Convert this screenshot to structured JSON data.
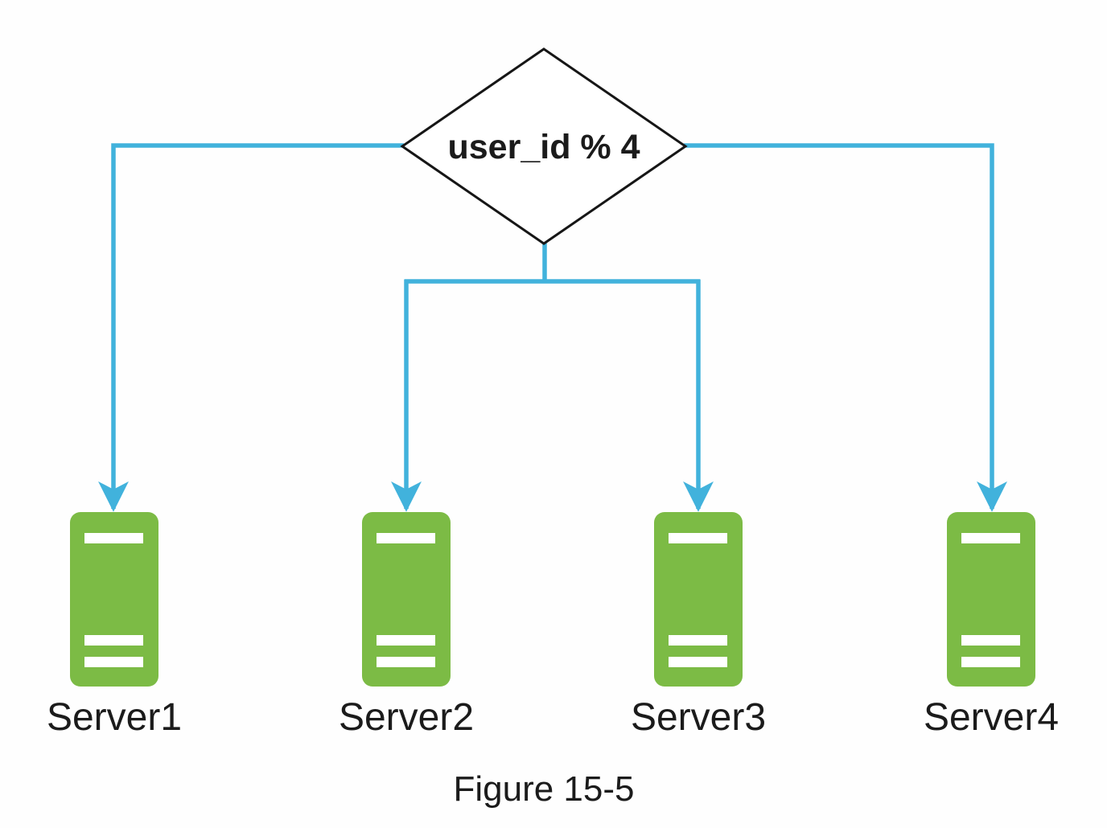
{
  "figure": {
    "decision_label": "user_id % 4",
    "caption": "Figure 15-5",
    "servers": [
      {
        "label": "Server1"
      },
      {
        "label": "Server2"
      },
      {
        "label": "Server3"
      },
      {
        "label": "Server4"
      }
    ]
  },
  "colors": {
    "line": "#41B2DC",
    "server": "#7CBB45",
    "outline": "#161616",
    "text": "#1B1B1B",
    "background": "#FEFEFE"
  },
  "icons": {
    "decision": "diamond-decision-icon",
    "server": "server-tower-icon",
    "arrow": "down-arrow-icon"
  }
}
